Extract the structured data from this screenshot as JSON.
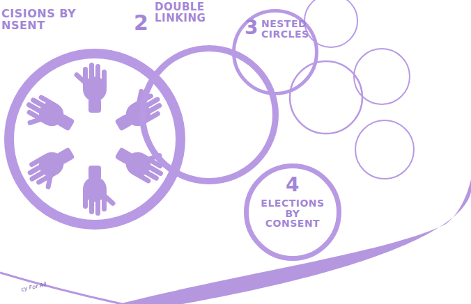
{
  "diagram": {
    "nodes": [
      {
        "text": [
          "CISIONS BY NSENT"
        ]
      },
      {
        "text": [
          "2",
          "DOUBLE LINKING"
        ]
      },
      {
        "text": [
          "3",
          "NESTED CIRCLES"
        ]
      },
      {
        "text": [
          "4",
          "ELECTIONS BY CONSENT"
        ]
      }
    ],
    "labels": [
      "cy For All"
    ]
  }
}
